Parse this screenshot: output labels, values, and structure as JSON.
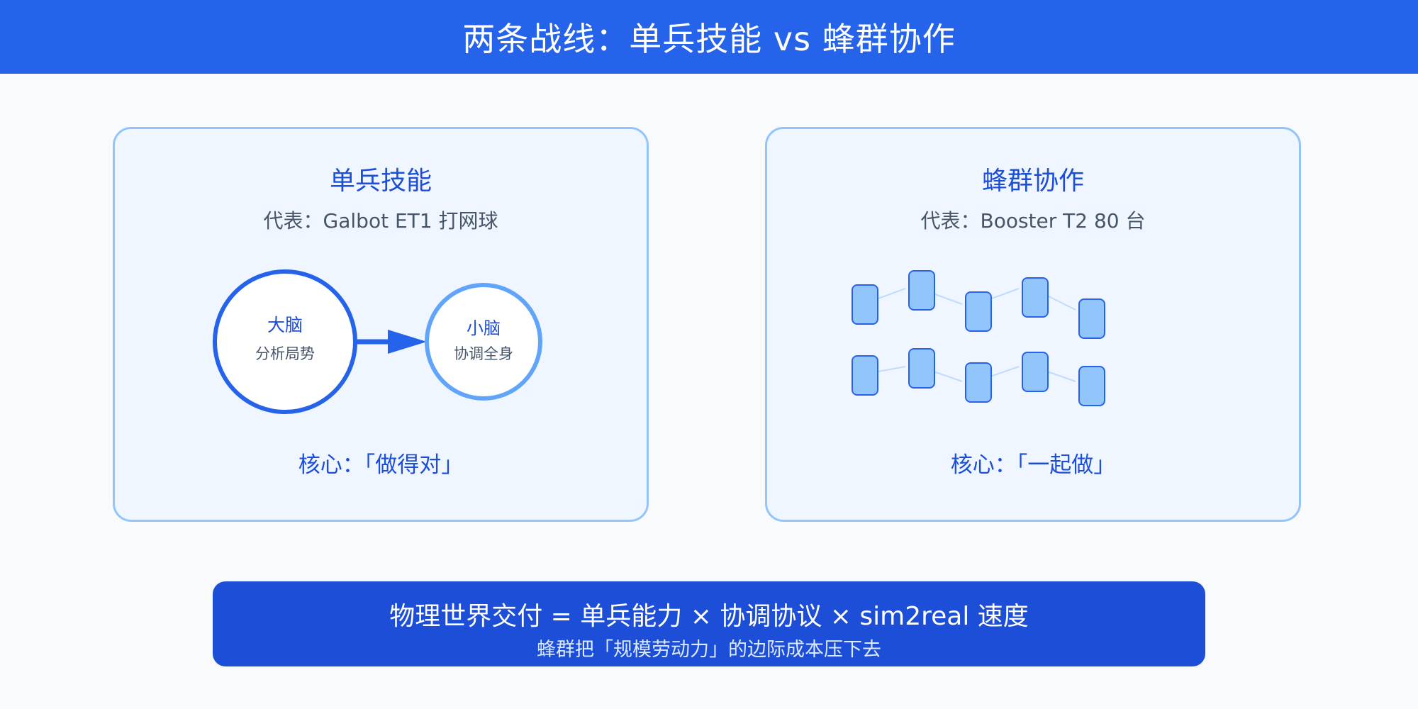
{
  "header": {
    "title": "两条战线：单兵技能 vs 蜂群协作"
  },
  "left_panel": {
    "title": "单兵技能",
    "subtitle": "代表：Galbot ET1 打网球",
    "brain": {
      "title": "大脑",
      "desc": "分析局势"
    },
    "cerebellum": {
      "title": "小脑",
      "desc": "协调全身"
    },
    "core": "核心：「做得对」"
  },
  "right_panel": {
    "title": "蜂群协作",
    "subtitle": "代表：Booster T2 80 台",
    "core": "核心：「一起做」"
  },
  "footer": {
    "formula": "物理世界交付 = 单兵能力 × 协调协议 × sim2real 速度",
    "note": "蜂群把「规模劳动力」的边际成本压下去"
  },
  "colors": {
    "primary": "#2563eb",
    "dark_primary": "#1d4ed8",
    "light_border": "#93c5fd",
    "robot_fill": "#93c5fd",
    "panel_bg": "#eff6ff"
  }
}
